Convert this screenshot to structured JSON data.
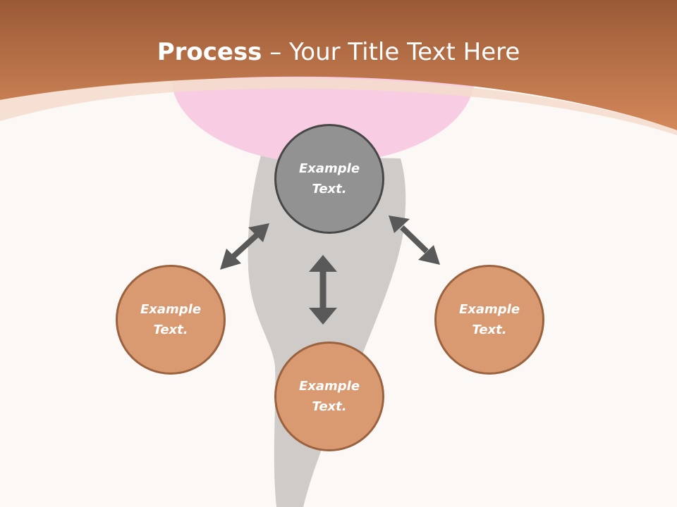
{
  "title": {
    "bold": "Process",
    "rest": " – Your Title Text Here"
  },
  "nodes": {
    "top": {
      "line1": "Example",
      "line2": "Text."
    },
    "left": {
      "line1": "Example",
      "line2": "Text."
    },
    "right": {
      "line1": "Example",
      "line2": "Text."
    },
    "bottom": {
      "line1": "Example",
      "line2": "Text."
    }
  },
  "colors": {
    "header_top": "#9a5a36",
    "header_bottom": "#d4885a",
    "background": "#fcf8f6",
    "center_node": "#929292",
    "outer_node": "#d99a72",
    "arrow": "#595959"
  }
}
